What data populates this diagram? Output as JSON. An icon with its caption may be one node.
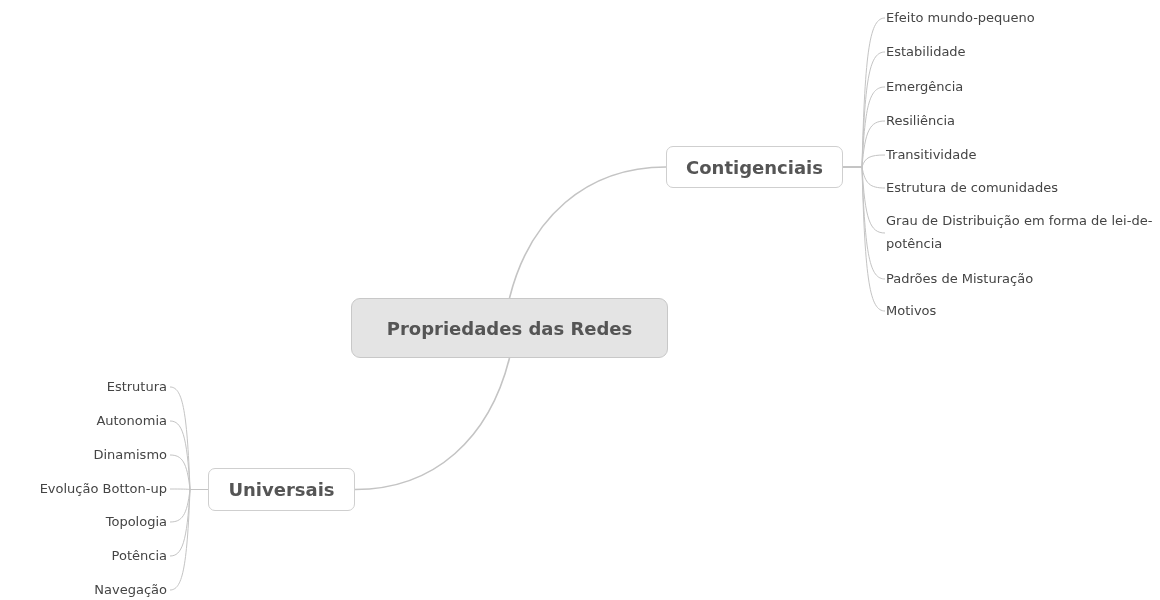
{
  "diagram": {
    "nodes": [
      {
        "text": [
          "Propriedades das Redes"
        ]
      },
      {
        "text": [
          "Contigenciais"
        ]
      },
      {
        "text": [
          "Efeito mundo-pequeno"
        ]
      },
      {
        "text": [
          "Estabilidade"
        ]
      },
      {
        "text": [
          "Emergência"
        ]
      },
      {
        "text": [
          "Resiliência"
        ]
      },
      {
        "text": [
          "Transitividade"
        ]
      },
      {
        "text": [
          "Estrutura de comunidades"
        ]
      },
      {
        "text": [
          "Grau de Distribuição em forma de lei-de-potência"
        ]
      },
      {
        "text": [
          "Padrões de Misturação"
        ]
      },
      {
        "text": [
          "Motivos"
        ]
      },
      {
        "text": [
          "Universais"
        ]
      },
      {
        "text": [
          "Estrutura"
        ]
      },
      {
        "text": [
          "Autonomia"
        ]
      },
      {
        "text": [
          "Dinamismo"
        ]
      },
      {
        "text": [
          "Evolução Botton-up"
        ]
      },
      {
        "text": [
          "Topologia"
        ]
      },
      {
        "text": [
          "Potência"
        ]
      },
      {
        "text": [
          "Navegação"
        ]
      }
    ],
    "edges": [
      {
        "from": 0,
        "to": 1,
        "arrow": "none"
      },
      {
        "from": 1,
        "to": 2,
        "arrow": "none"
      },
      {
        "from": 1,
        "to": 3,
        "arrow": "none"
      },
      {
        "from": 1,
        "to": 4,
        "arrow": "none"
      },
      {
        "from": 1,
        "to": 5,
        "arrow": "none"
      },
      {
        "from": 1,
        "to": 6,
        "arrow": "none"
      },
      {
        "from": 1,
        "to": 7,
        "arrow": "none"
      },
      {
        "from": 1,
        "to": 8,
        "arrow": "none"
      },
      {
        "from": 1,
        "to": 9,
        "arrow": "none"
      },
      {
        "from": 1,
        "to": 10,
        "arrow": "none"
      },
      {
        "from": 0,
        "to": 11,
        "arrow": "none"
      },
      {
        "from": 11,
        "to": 12,
        "arrow": "none"
      },
      {
        "from": 11,
        "to": 13,
        "arrow": "none"
      },
      {
        "from": 11,
        "to": 14,
        "arrow": "none"
      },
      {
        "from": 11,
        "to": 15,
        "arrow": "none"
      },
      {
        "from": 11,
        "to": 16,
        "arrow": "none"
      },
      {
        "from": 11,
        "to": 17,
        "arrow": "none"
      },
      {
        "from": 11,
        "to": 18,
        "arrow": "none"
      }
    ]
  }
}
